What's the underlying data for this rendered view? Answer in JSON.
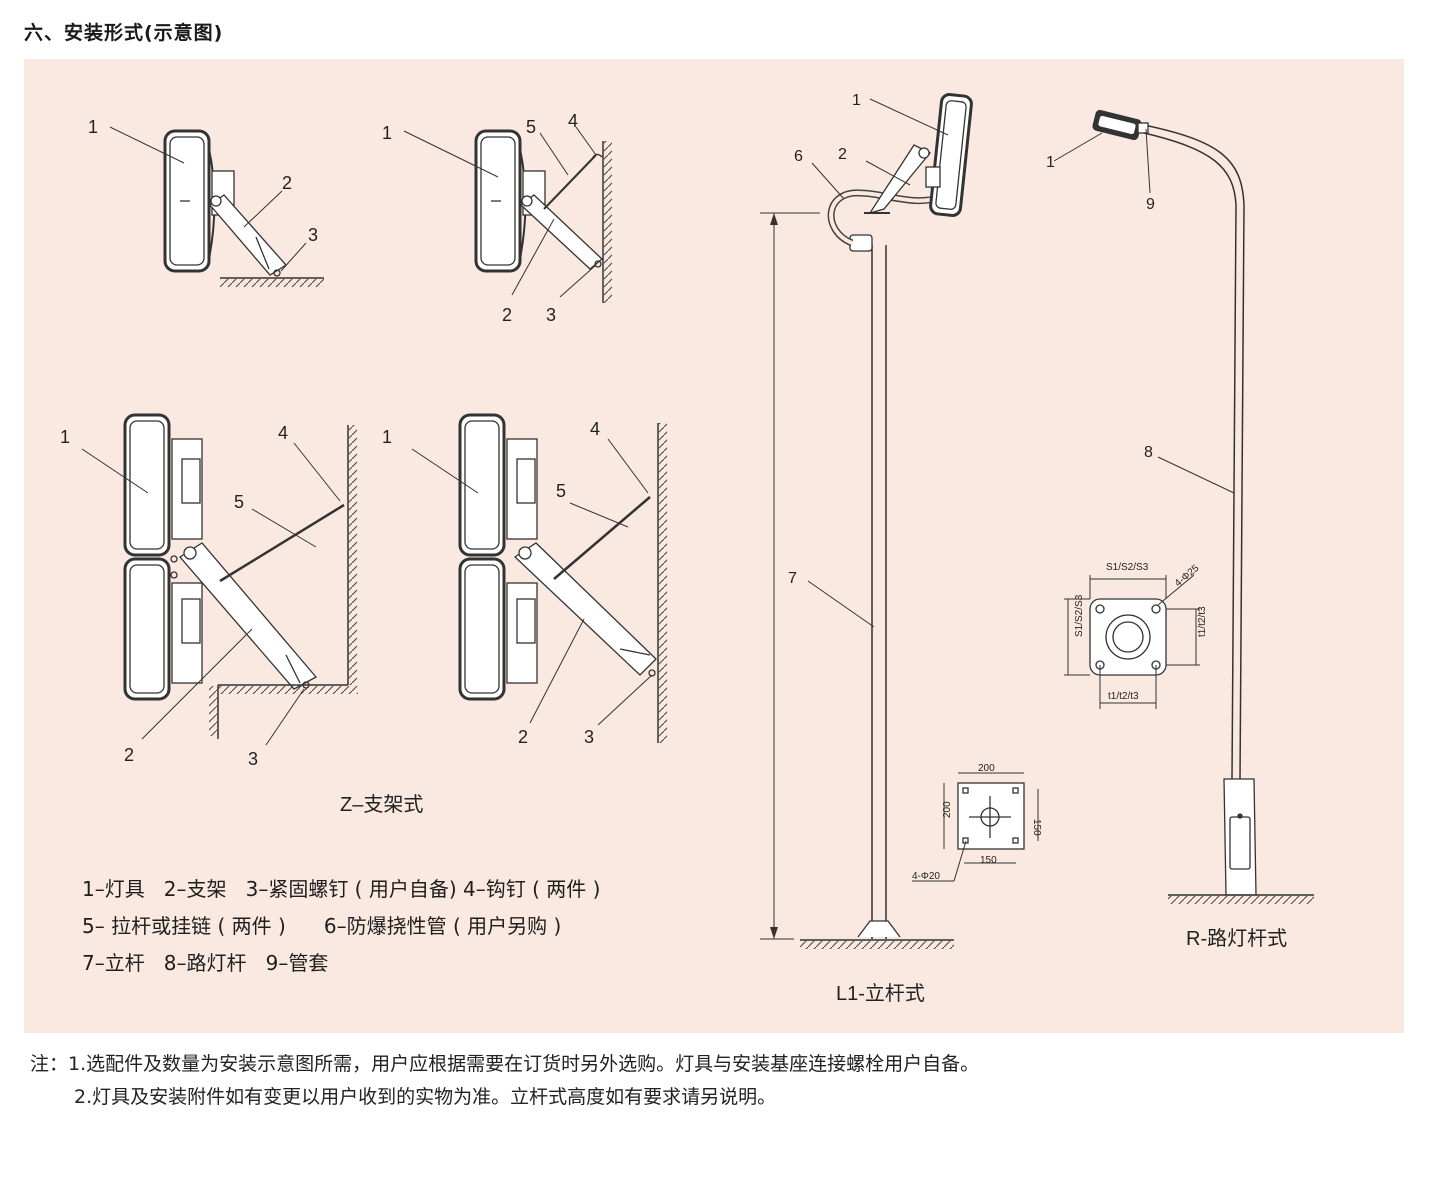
{
  "heading": "六、安装形式(示意图)",
  "labels": {
    "z1": {
      "n1": "1",
      "n2": "2",
      "n3": "3"
    },
    "z2": {
      "n1": "1",
      "n5": "5",
      "n4": "4",
      "n2": "2",
      "n3": "3"
    },
    "z3": {
      "n1": "1",
      "n4": "4",
      "n5": "5",
      "n2": "2",
      "n3": "3"
    },
    "z4": {
      "n1": "1",
      "n4": "4",
      "n5": "5",
      "n2": "2",
      "n3": "3"
    },
    "l1": {
      "n1": "1",
      "n2": "2",
      "n6": "6",
      "n7": "7"
    },
    "r": {
      "n1": "1",
      "n9": "9",
      "n8": "8"
    }
  },
  "dims": {
    "base_square": {
      "top": "200",
      "left": "200",
      "right": "150",
      "bottom": "150",
      "holes": "4-Φ20"
    },
    "flange": {
      "top": "S1/S2/S3",
      "left": "S1/S2/S3",
      "right": "t1/t2/t3",
      "bottom": "t1/t2/t3",
      "holes": "4-Φ25"
    }
  },
  "captions": {
    "z": "Z–支架式",
    "l1": "L1-立杆式",
    "r": "R-路灯杆式"
  },
  "legend": {
    "line1": "1–灯具   2–支架   3–紧固螺钉 ( 用户自备) 4–钩钉 ( 两件 )",
    "line2": "5– 拉杆或挂链 ( 两件 )      6–防爆挠性管 ( 用户另购 )",
    "line3": "7–立杆   8–路灯杆   9–管套"
  },
  "notes": {
    "line1": "注：1.选配件及数量为安装示意图所需，用户应根据需要在订货时另外选购。灯具与安装基座连接螺栓用户自备。",
    "line2": "2.灯具及安装附件如有变更以用户收到的实物为准。立杆式高度如有要求请另说明。"
  },
  "colors": {
    "panel": "#fae9e0",
    "line": "#333333"
  }
}
